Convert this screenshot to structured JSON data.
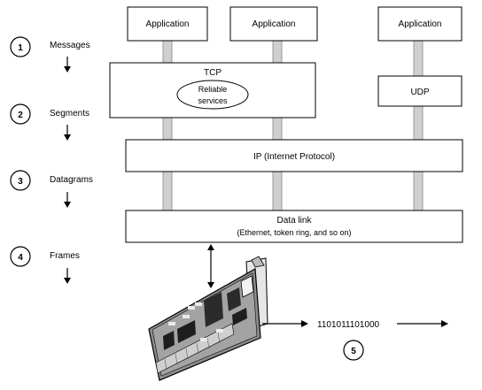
{
  "apps": [
    {
      "label": "Application"
    },
    {
      "label": "Application"
    },
    {
      "label": "Application"
    }
  ],
  "tcp": {
    "label": "TCP",
    "ellipse_line1": "Reliable",
    "ellipse_line2": "services"
  },
  "udp": {
    "label": "UDP"
  },
  "ip": {
    "label": "IP (Internet Protocol)"
  },
  "datalink": {
    "label": "Data link",
    "sublabel": "(Ethernet, token ring, and so on)"
  },
  "steps": [
    {
      "num": "1",
      "label": "Messages"
    },
    {
      "num": "2",
      "label": "Segments"
    },
    {
      "num": "3",
      "label": "Datagrams"
    },
    {
      "num": "4",
      "label": "Frames"
    },
    {
      "num": "5"
    }
  ],
  "bits": "1101011101000",
  "colors": {
    "pipe": "#cfcfcf",
    "stroke": "#000000",
    "background": "#ffffff"
  }
}
